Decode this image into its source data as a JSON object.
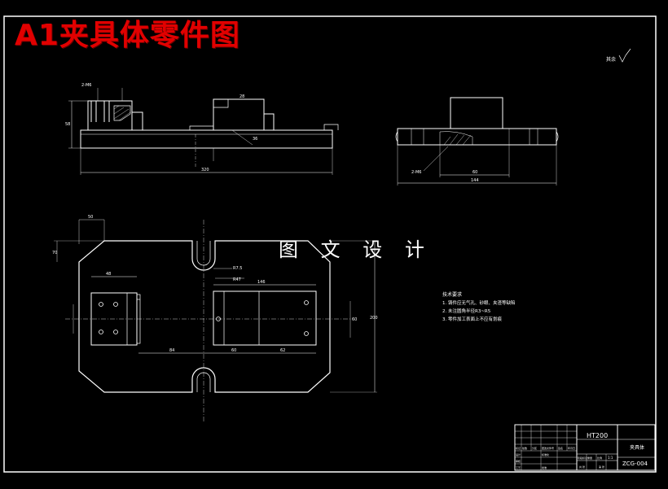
{
  "header": {
    "title": "A1夹具体零件图",
    "watermark": "图 文 设 计"
  },
  "roughness_note": {
    "label": "其余"
  },
  "dimensions": {
    "top_left_width": "320",
    "top_left_height": "58",
    "top_left_bolt": "2-M6",
    "top_left_boss": "28",
    "top_left_step": "36",
    "top_right_width": "144",
    "top_right_inner": "60",
    "top_right_hole": "2-M6",
    "plan_top": "50",
    "plan_slot": "R7.5",
    "plan_slot2": "R47",
    "plan_len": "146",
    "plan_dim_a": "84",
    "plan_dim_b": "60",
    "plan_dim_c": "62",
    "plan_height": "200",
    "plan_block": "48",
    "plan_side": "70",
    "plan_right": "60"
  },
  "technical_requirements": {
    "title": "技术要求",
    "items": [
      "1. 铸件应无气孔、砂眼、夹渣等缺陷",
      "2. 未注圆角半径R3~R5",
      "3. 零件加工表面上不应有划痕"
    ]
  },
  "title_block": {
    "material": "HT200",
    "part_name": "夹具体",
    "drawing_number": "ZCG-004",
    "scale": "1:1",
    "cells": [
      "标记",
      "处数",
      "分区",
      "更改文件号",
      "签名",
      "年月日",
      "设计",
      "标准化",
      "审核",
      "工艺",
      "批准",
      "阶段标记",
      "重量",
      "比例",
      "共 张",
      "第 张"
    ]
  }
}
